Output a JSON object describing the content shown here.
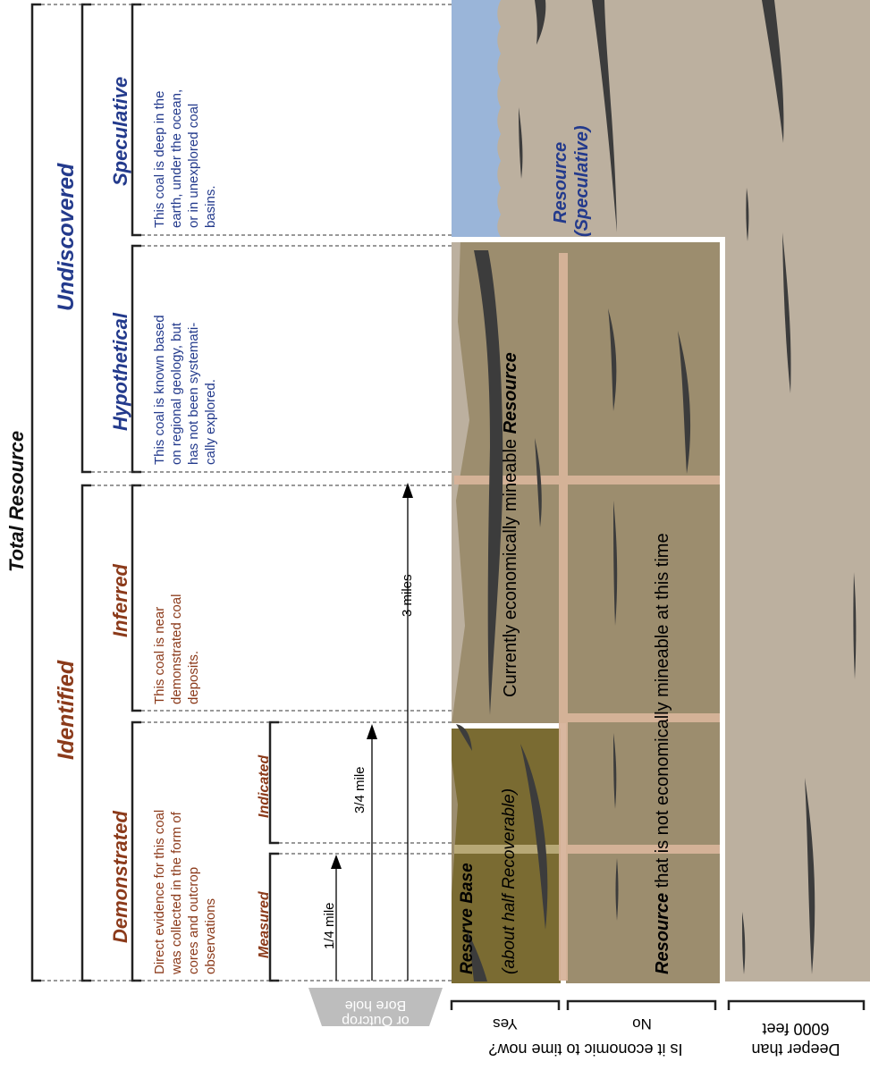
{
  "title": "Total Resource",
  "categories": {
    "identified": "Identified",
    "undiscovered": "Undiscovered",
    "demonstrated": "Demonstrated",
    "inferred": "Inferred",
    "hypothetical": "Hypothetical",
    "speculative": "Speculative",
    "measured": "Measured",
    "indicated": "Indicated"
  },
  "descriptions": {
    "demonstrated": [
      "Direct evidence for this coal",
      "was collected in the form of",
      "cores and outcrop",
      "observations"
    ],
    "inferred": [
      "This coal is near",
      "demonstrated coal",
      "deposits."
    ],
    "hypothetical": [
      "This coal is known based",
      "on regional geology, but",
      "has not been systemati-",
      "cally explored."
    ],
    "speculative": [
      "This coal is deep in the",
      "earth, under the ocean,",
      "or in unexplored coal",
      "basins."
    ]
  },
  "distances": {
    "quarter_mile": "1/4 mile",
    "three_quarter_mile": "3/4 mile",
    "three_miles": "3 miles"
  },
  "bore_hole": [
    "Bore hole",
    "or Outcrop"
  ],
  "regions": {
    "reserve_base_bold": "Reserve Base",
    "reserve_base_note": "(about half Recoverable)",
    "currently_prefix": "Currently economically mineable ",
    "currently_bold": "Resource",
    "not_economic_bold": "Resource",
    "not_economic_suffix": " that is not economically mineable at this time",
    "speculative_line1": "Resource",
    "speculative_line2": "(Speculative)"
  },
  "bottom_labels": {
    "question": "Is it economic to time now?",
    "yes": "Yes",
    "no": "No",
    "deeper": [
      "Deeper than",
      "6000 feet"
    ]
  },
  "colors": {
    "identified_text": "#8b3a1a",
    "undiscovered_text": "#233a8c",
    "reserve_base": "#7a6b32",
    "resource": "#9c8d6e",
    "speculative_rock": "#bcb09f",
    "ocean": "#9ab5d9",
    "bore_hole_fill": "#bdbdbd",
    "grid_line": "#d8b49a",
    "coal_seam": "#3c3c3c"
  }
}
